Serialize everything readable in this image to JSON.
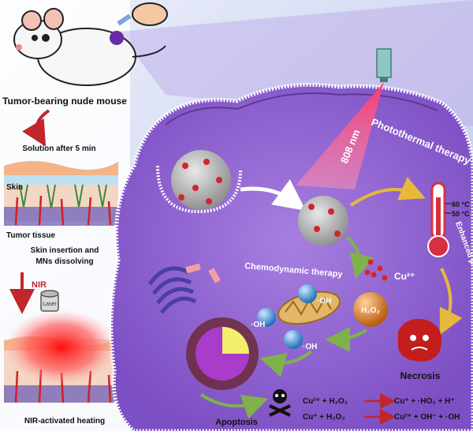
{
  "left_panel": {
    "mouse_label": "Tumor-bearing nude mouse",
    "solution_label": "Solution after 5 min",
    "skin_label": "Skin",
    "tumor_label": "Tumor tissue",
    "insertion_label_1": "Skin insertion and",
    "insertion_label_2": "MNs dissolving",
    "nir_label": "NIR",
    "laser_label": "Laser",
    "heating_label": "NIR-activated heating"
  },
  "cell": {
    "wavelength_label": "808 nm",
    "photothermal_label": "Photothermal therapy",
    "chemodynamic_label": "Chemodynamic therapy",
    "cu_label": "Cu²⁺",
    "h2o2_label": "H₂O₂",
    "oh_label": "·OH",
    "temp_high": "60 °C",
    "temp_low": "50 °C",
    "enhanced_label": "Enhanced photothermal capability",
    "necrosis_label": "Necrosis",
    "apoptosis_label": "Apoptosis"
  },
  "reactions": {
    "r1_left": "Cu²⁺ + H₂O₂",
    "r1_right": "Cu⁺ + ·HO₂ + H⁺",
    "r2_left": "Cu⁺ + H₂O₂",
    "r2_right": "Cu²⁺ + OH⁻ + ·OH"
  },
  "colors": {
    "cell_body": "#9b6fd6",
    "background": "#c9d1ef",
    "arrow_red": "#c0262b",
    "arrow_green": "#7fb24a",
    "arrow_yellow": "#e7b93a"
  }
}
